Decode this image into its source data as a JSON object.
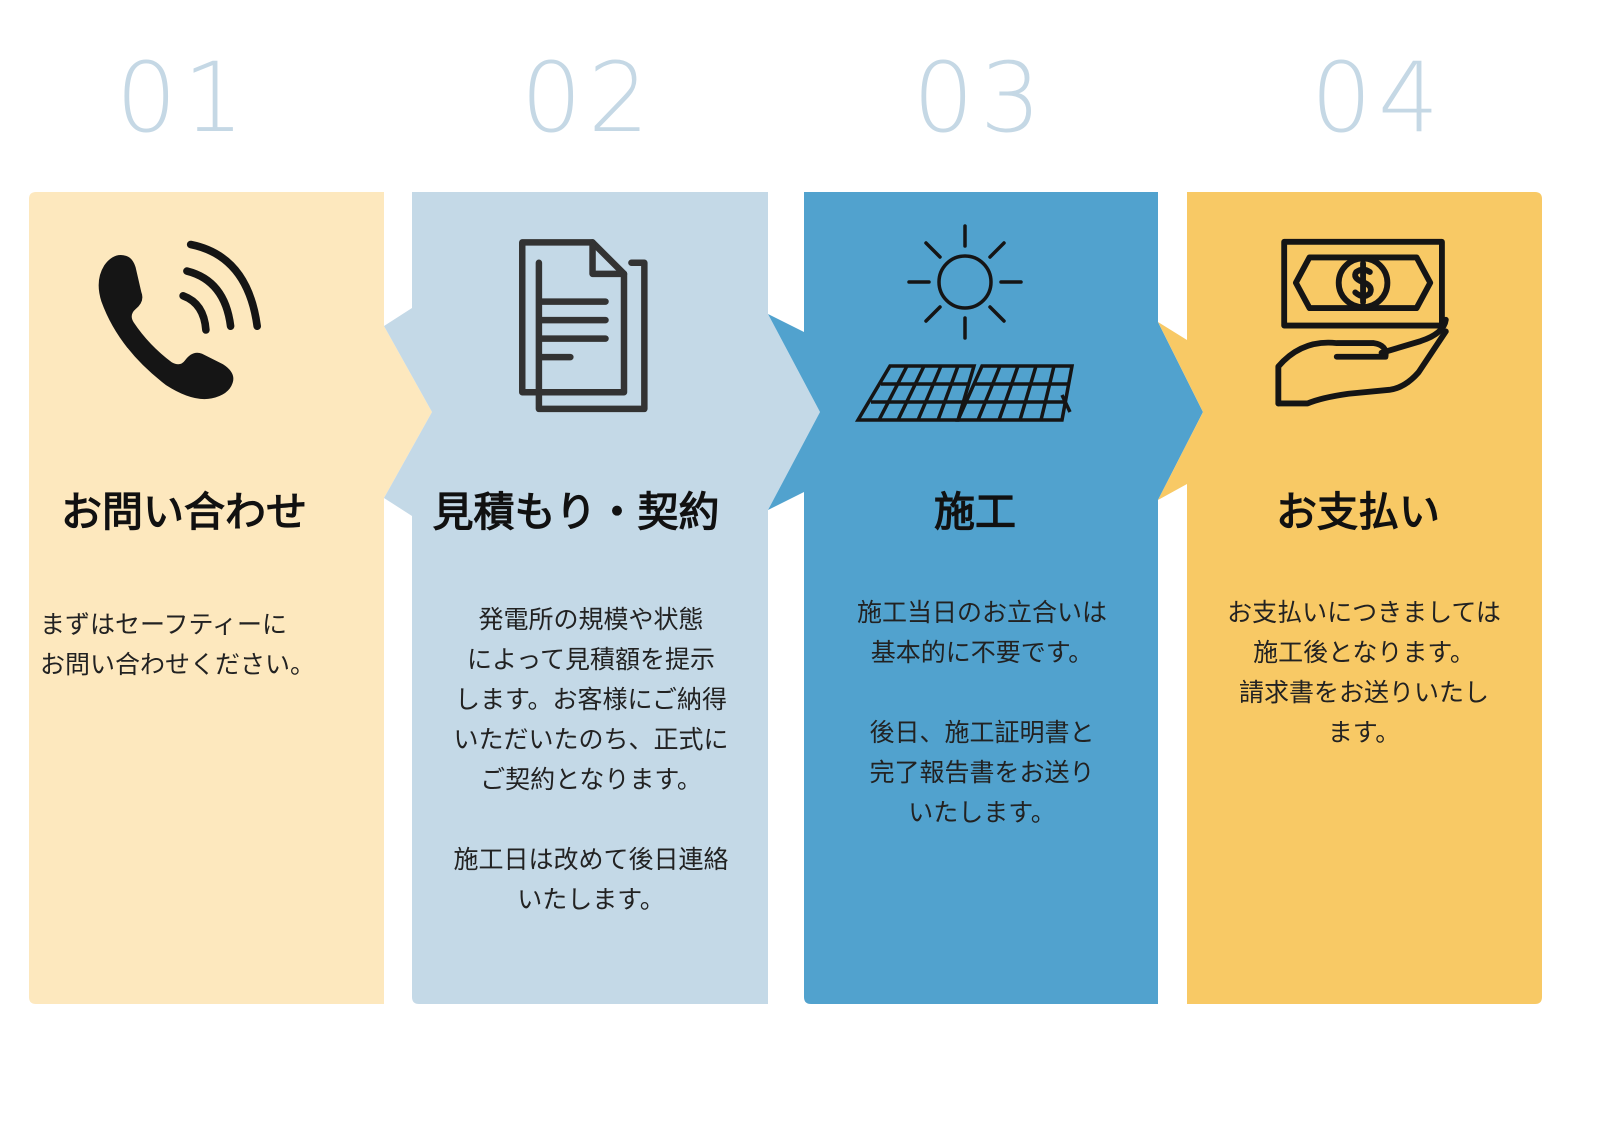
{
  "colors": {
    "step1": "#FDE8BE",
    "step2": "#C4D9E7",
    "step3": "#51A2CE",
    "step4": "#F8C965",
    "number": "#C5D8E5",
    "icon": "#151515"
  },
  "steps": [
    {
      "number": "01",
      "title": "お問い合わせ",
      "icon": "phone-icon",
      "description": "まずはセーフティーに\nお問い合わせください。"
    },
    {
      "number": "02",
      "title": "見積もり・契約",
      "icon": "document-icon",
      "description": "発電所の規模や状態\nによって見積額を提示\nします。お客様にご納得\nいただいたのち、正式に\nご契約となります。\n\n施工日は改めて後日連絡\nいたします。"
    },
    {
      "number": "03",
      "title": "施工",
      "icon": "solar-panel-icon",
      "description": "施工当日のお立合いは\n基本的に不要です。\n\n後日、施工証明書と\n完了報告書をお送り\nいたします。"
    },
    {
      "number": "04",
      "title": "お支払い",
      "icon": "money-hand-icon",
      "description": "お支払いにつきましては\n施工後となります。\n請求書をお送りいたし\nます。"
    }
  ]
}
